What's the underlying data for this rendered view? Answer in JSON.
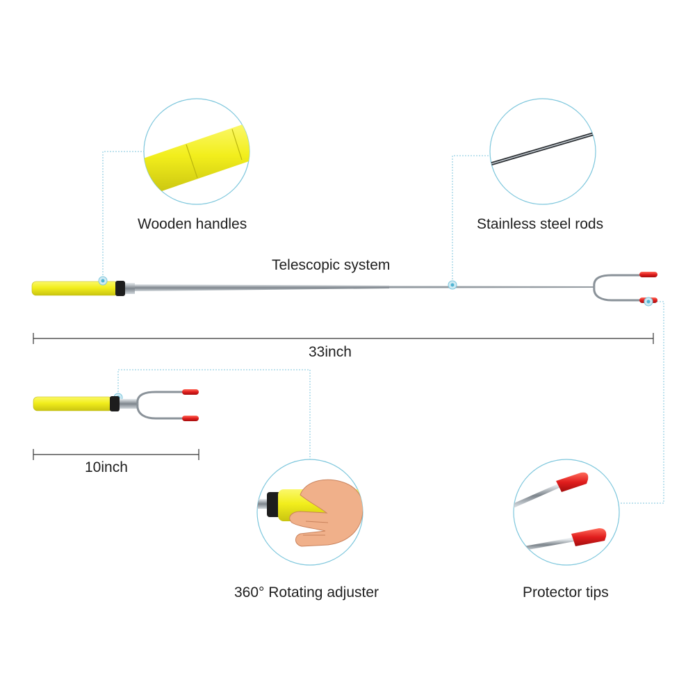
{
  "labels": {
    "wooden_handles": "Wooden handles",
    "stainless_rods": "Stainless steel rods",
    "telescopic": "Telescopic system",
    "length_long": "33inch",
    "length_short": "10inch",
    "rotating": "360° Rotating adjuster",
    "tips": "Protector tips"
  },
  "colors": {
    "handle_yellow": "#f2ee1c",
    "tip_red": "#e01d1d",
    "callout_blue": "#7cc6dc",
    "steel": "#9aa3ab",
    "dim_line": "#333333"
  }
}
